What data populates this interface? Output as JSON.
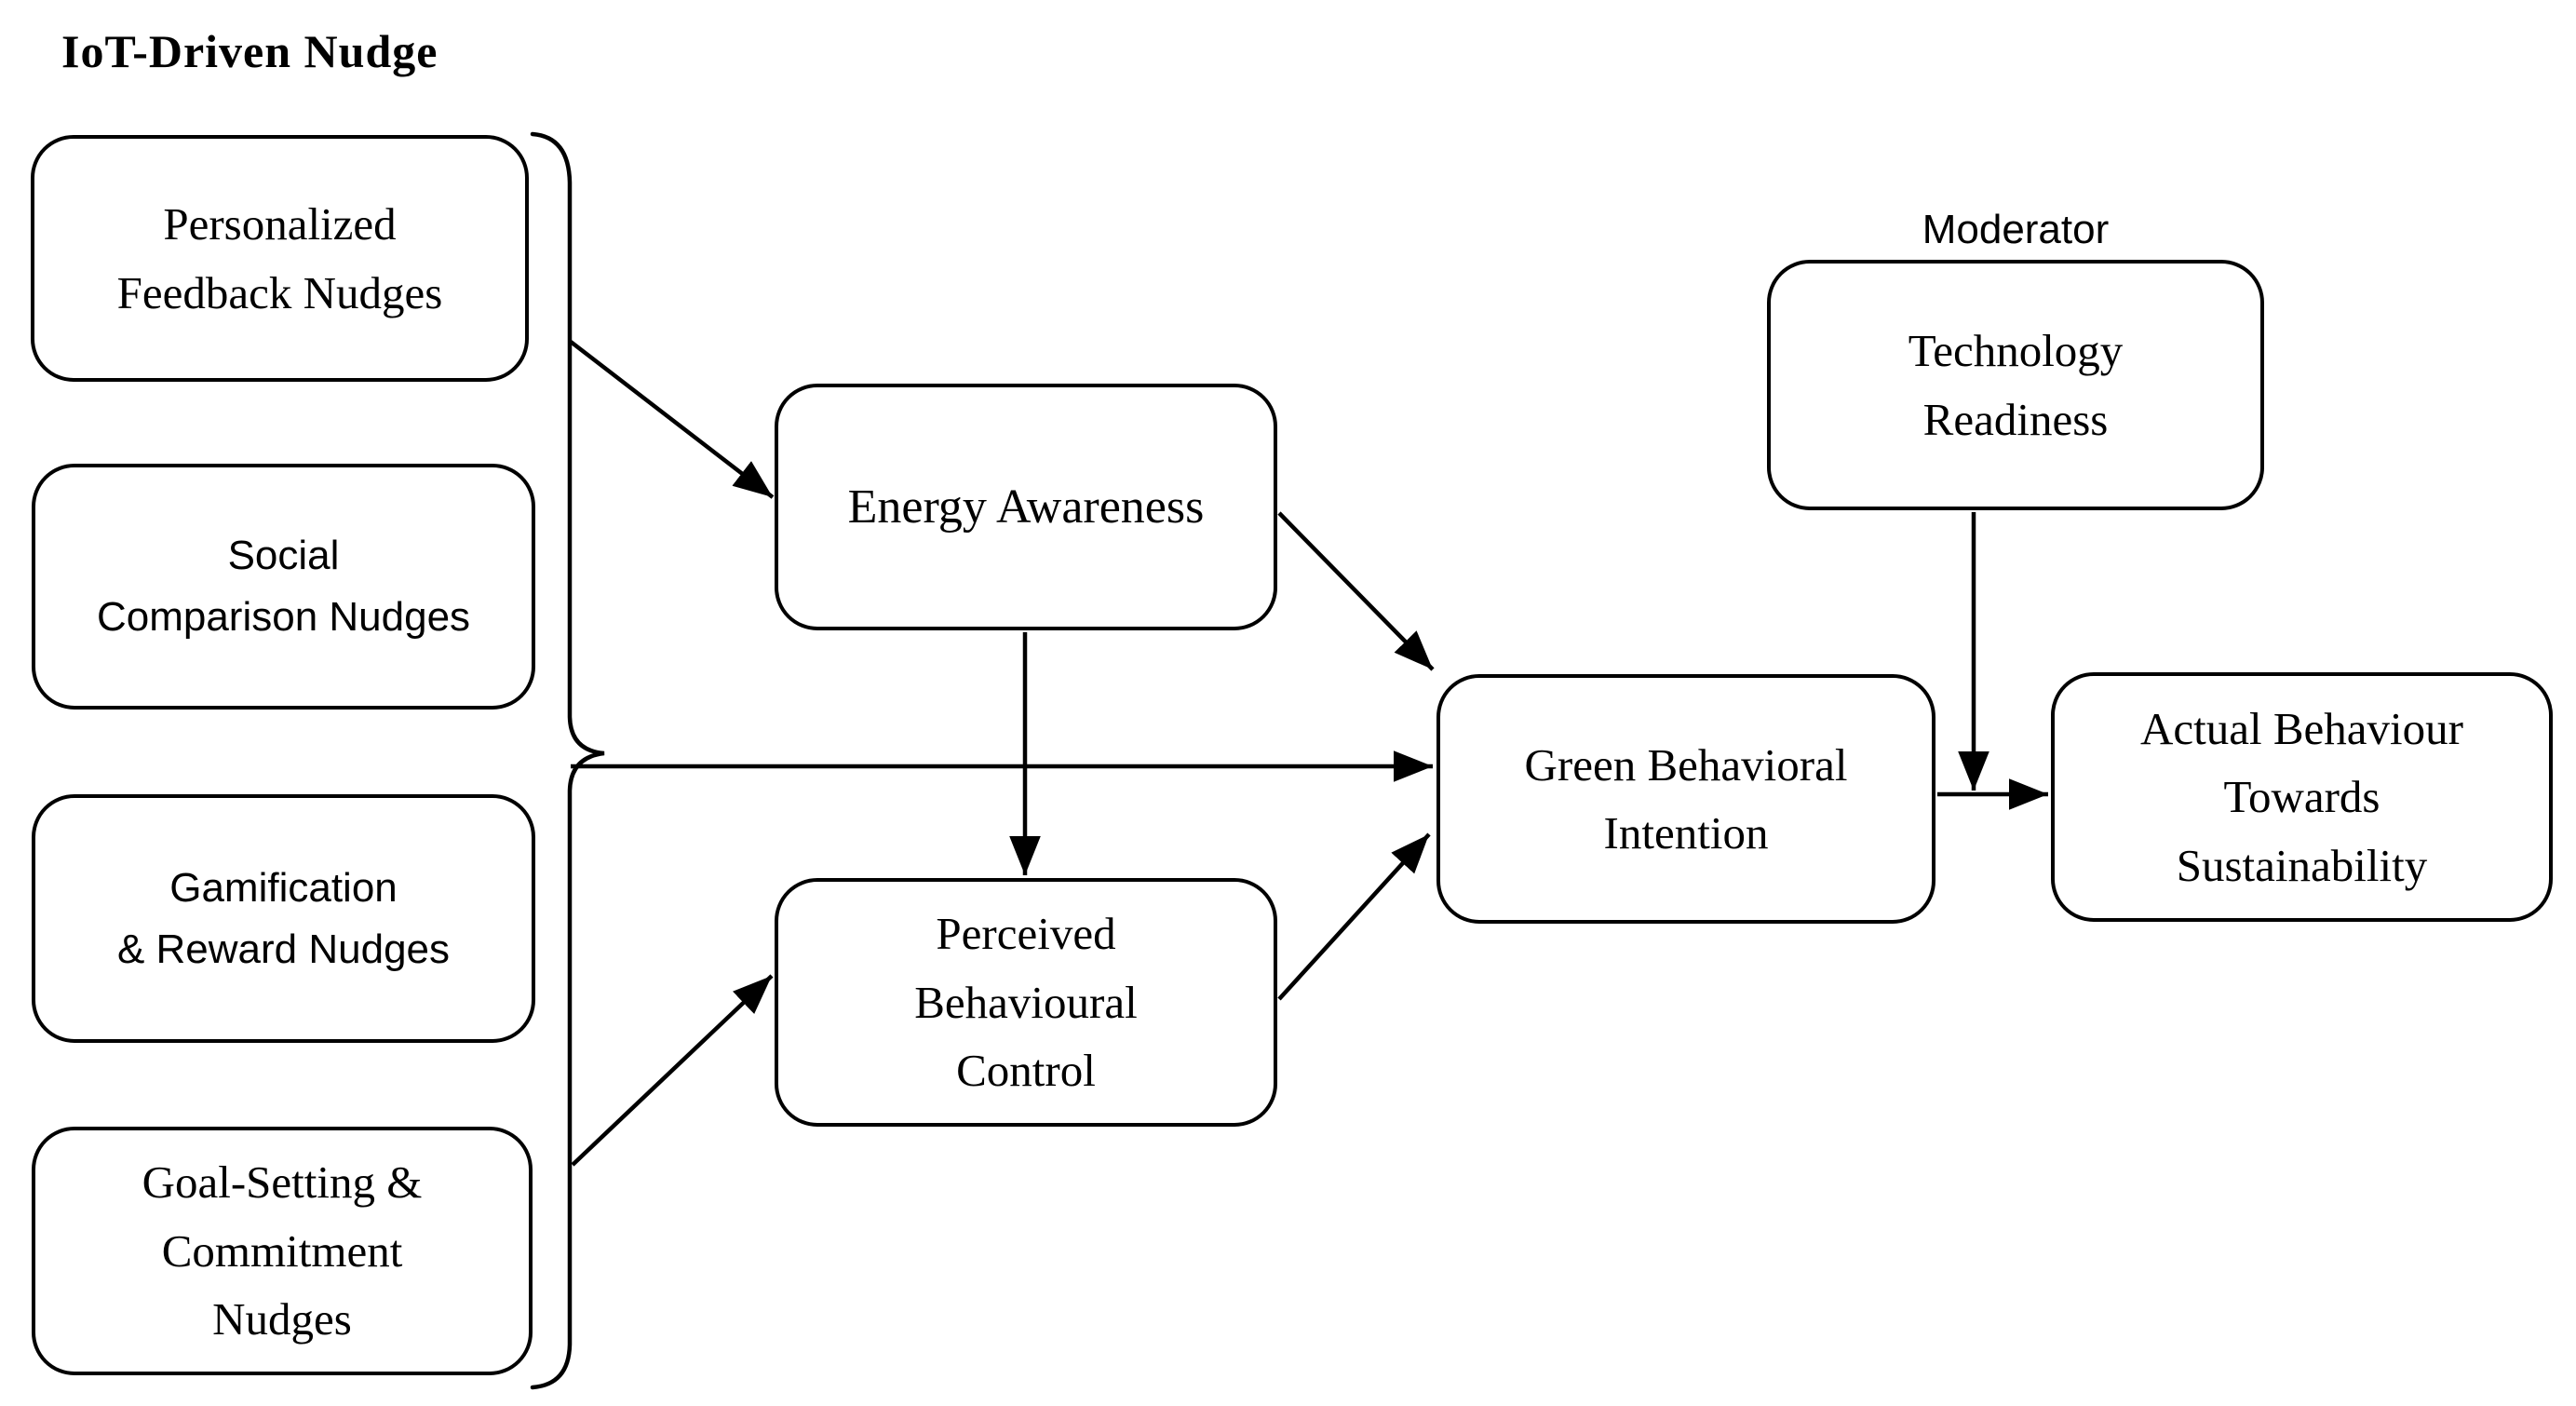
{
  "title": "IoT-Driven Nudge",
  "moderator_label": "Moderator",
  "nodes": {
    "personalized": {
      "label": "Personalized\nFeedback Nudges"
    },
    "social": {
      "label": "Social\nComparison Nudges"
    },
    "gamification": {
      "label": "Gamification\n& Reward Nudges"
    },
    "goal": {
      "label": "Goal-Setting &\nCommitment\nNudges"
    },
    "energy": {
      "label": "Energy Awareness"
    },
    "pbc": {
      "label": "Perceived\nBehavioural\nControl"
    },
    "gbi": {
      "label": "Green Behavioral\nIntention"
    },
    "tech": {
      "label": "Technology\nReadiness"
    },
    "actual": {
      "label": "Actual Behaviour\nTowards\nSustainability"
    }
  },
  "edges": [
    {
      "from": "iot-driven-nudge-group",
      "to": "energy-awareness"
    },
    {
      "from": "iot-driven-nudge-group",
      "to": "green-behavioral-intention"
    },
    {
      "from": "iot-driven-nudge-group",
      "to": "perceived-behavioural-control"
    },
    {
      "from": "energy-awareness",
      "to": "perceived-behavioural-control"
    },
    {
      "from": "energy-awareness",
      "to": "green-behavioral-intention"
    },
    {
      "from": "perceived-behavioural-control",
      "to": "green-behavioral-intention"
    },
    {
      "from": "green-behavioral-intention",
      "to": "actual-behaviour-towards-sustainability"
    },
    {
      "from": "technology-readiness",
      "to": "gbi-to-actual-arrow",
      "role": "moderator"
    }
  ],
  "colors": {
    "line": "#000000",
    "box_background": "#ffffff",
    "text": "#000000"
  }
}
